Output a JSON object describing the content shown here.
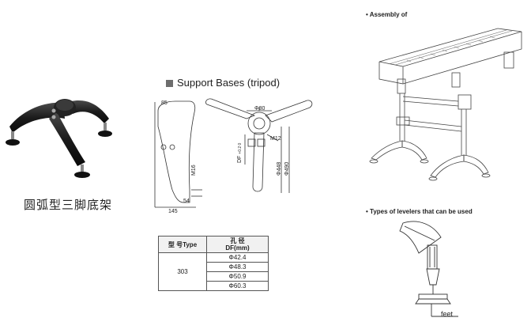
{
  "left_caption": "圆弧型三脚底架",
  "center_title": "Support Bases (tripod)",
  "dimensions": {
    "d85": "85",
    "d80": "Φ80",
    "m12": "M12",
    "m16": "M16",
    "d54": "54",
    "d145": "145",
    "df": "DF",
    "df_tol": "+0.2\n0",
    "d448": "Φ448",
    "d490": "Φ490"
  },
  "table": {
    "col1_header": "型 号Type",
    "col2_header_line1": "孔 径",
    "col2_header_line2": "DF(mm)",
    "type": "303",
    "values": [
      "Φ42.4",
      "Φ48.3",
      "Φ50.9",
      "Φ60.3"
    ]
  },
  "assembly_label": "• Assembly of",
  "levelers_label": "• Types of levelers that can be used",
  "feet_label": "feet"
}
